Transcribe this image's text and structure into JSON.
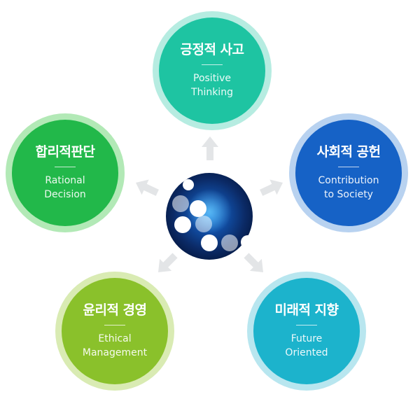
{
  "nodes": {
    "top": {
      "title": "긍정적 사고",
      "sub1": "Positive",
      "sub2": "Thinking"
    },
    "left": {
      "title": "합리적판단",
      "sub1": "Rational",
      "sub2": "Decision"
    },
    "right": {
      "title": "사회적 공헌",
      "sub1": "Contribution",
      "sub2": "to Society"
    },
    "bottom_left": {
      "title": "윤리적 경영",
      "sub1": "Ethical",
      "sub2": "Management"
    },
    "bottom_right": {
      "title": "미래적 지향",
      "sub1": "Future",
      "sub2": "Oriented"
    }
  },
  "colors": {
    "top": "#1ec4a2",
    "left": "#22b84a",
    "right": "#1662c6",
    "bottom_left": "#8ac12b",
    "bottom_right": "#1cb3cc",
    "hub": "#0e2f6b",
    "arrow": "#e3e5e7"
  },
  "icons": {
    "arrows": "arrow-outward-icon",
    "hub": "dotted-sphere-logo-icon"
  }
}
